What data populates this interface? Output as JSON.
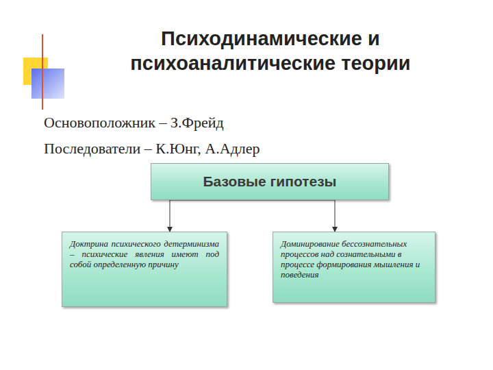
{
  "diagram": {
    "title": "Психодинамические и психоаналитические теории",
    "nodes": [
      {
        "text": [
          "Базовые гипотезы"
        ]
      },
      {
        "text": [
          "Доктрина психического детерминизма – психические явления имеют под собой определенную причину"
        ]
      },
      {
        "text": [
          "Доминирование бессознательных процессов над сознательными в процессе формирования мышления и поведения"
        ]
      }
    ],
    "edges": [
      {
        "from": 0,
        "to": 1,
        "arrow": "to"
      },
      {
        "from": 0,
        "to": 2,
        "arrow": "to"
      }
    ],
    "labels": [
      "Основоположник – З.Фрейд",
      "Последователи – К.Юнг, А.Адлер"
    ]
  }
}
